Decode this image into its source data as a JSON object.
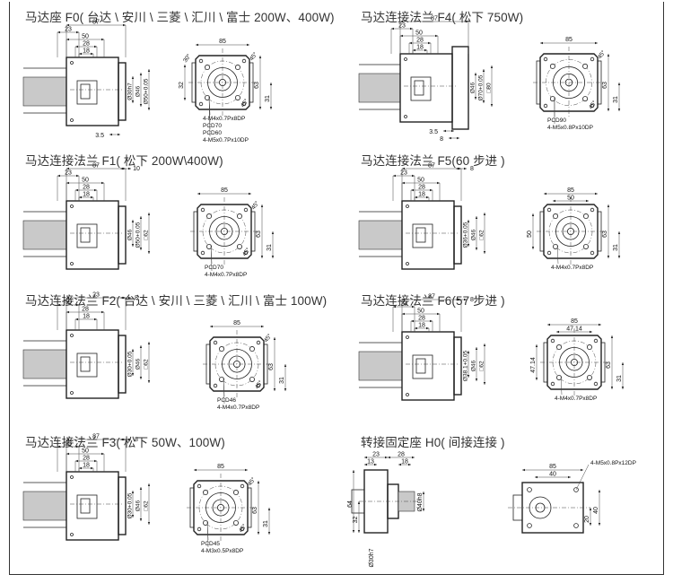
{
  "panels": [
    {
      "id": "f0",
      "title": "马达座 F0( 台达 \\ 安川 \\ 三菱 \\ 汇川 \\ 富士 200W、400W)",
      "side": {
        "flange_h": "",
        "dims_top": [
          "87",
          "23",
          "50",
          "28",
          "18"
        ],
        "dims_right": [
          "Ø30h7",
          "Ø46",
          "Ø50+0.05"
        ],
        "dims_bottom": [
          "3.5"
        ]
      },
      "front": {
        "width": "85",
        "dims_right": [
          "63",
          "31"
        ],
        "dims_left": [
          "32"
        ],
        "angles": [
          "45°",
          "45°",
          "30°"
        ],
        "callouts": [
          "4-M4x0.7Px8DP",
          "PCD70",
          "PCD60",
          "4-M5x0.7Px10DP"
        ]
      }
    },
    {
      "id": "f4",
      "title": "马达连接法兰 F4( 松下 750W)",
      "side": {
        "dims_top": [
          "87",
          "23",
          "50",
          "28",
          "18"
        ],
        "dims_right": [
          "Ø46",
          "Ø70+0.05",
          "□80"
        ],
        "dims_bottom": [
          "3.5",
          "8"
        ]
      },
      "front": {
        "width": "85",
        "dims_right": [
          "63",
          "31"
        ],
        "angles": [
          "45°",
          "45°"
        ],
        "callouts": [
          "PCD90",
          "4-M5x0.8Px10DP"
        ]
      }
    },
    {
      "id": "f1",
      "title": "马达连接法兰 F1( 松下 200W\\400W)",
      "side": {
        "dims_top": [
          "87",
          "10",
          "23",
          "50",
          "28",
          "18"
        ],
        "dims_right": [
          "Ø46",
          "Ø50+0.05",
          "□62"
        ]
      },
      "front": {
        "width": "85",
        "dims_right": [
          "63",
          "31"
        ],
        "angles": [
          "45°",
          "45°"
        ],
        "callouts": [
          "PCD70",
          "4-M4x0.7Px8DP"
        ]
      }
    },
    {
      "id": "f5",
      "title": "马达连接法兰 F5(60 步进 )",
      "side": {
        "dims_top": [
          "87",
          "8",
          "23",
          "50",
          "28",
          "18"
        ],
        "dims_right": [
          "Ø36+0.05",
          "Ø46",
          "□62"
        ]
      },
      "front": {
        "width": "85",
        "inner_width": "50",
        "dims_left": [
          "50"
        ],
        "dims_right": [
          "63",
          "31"
        ],
        "callouts": [
          "4-M4x0.7Px8DP"
        ]
      }
    },
    {
      "id": "f2",
      "title": "马达连接法兰 F2( 台达 \\ 安川 \\ 三菱 \\ 汇川 \\ 富士 100W)",
      "side": {
        "dims_top": [
          "8",
          "23",
          "50",
          "28",
          "18"
        ],
        "dims_right": [
          "Ø30+0.05",
          "Ø46",
          "□62"
        ]
      },
      "front": {
        "width": "85",
        "dims_right": [
          "63",
          "31"
        ],
        "angles": [
          "45°",
          "45°"
        ],
        "callouts": [
          "PCD46",
          "4-M4x0.7Px8DP"
        ]
      }
    },
    {
      "id": "f6",
      "title": "马达连接法兰 F6(57 步进 )",
      "side": {
        "dims_top": [
          "87",
          "8",
          "23",
          "50",
          "28",
          "18"
        ],
        "dims_right": [
          "Ø38.1+0.05",
          "Ø46",
          "□62"
        ]
      },
      "front": {
        "width": "85",
        "inner_width": "47.14",
        "dims_left": [
          "47.14"
        ],
        "dims_right": [
          "63",
          "31"
        ],
        "callouts": [
          "4-M4x0.7Px8DP"
        ]
      }
    },
    {
      "id": "f3",
      "title": "马达连接法兰 F3( 松下 50W、100W)",
      "side": {
        "dims_top": [
          "87",
          "8",
          "23",
          "50",
          "28",
          "18"
        ],
        "dims_right": [
          "Ø30+0.05",
          "Ø46",
          "□62"
        ]
      },
      "front": {
        "width": "85",
        "dims_right": [
          "63",
          "31"
        ],
        "angles": [
          "45°",
          "45°"
        ],
        "callouts": [
          "PCD45",
          "4-M3x0.5Px8DP"
        ]
      }
    },
    {
      "id": "h0",
      "title": "转接固定座 H0( 间接连接 )",
      "side": {
        "dims_top": [
          "23",
          "13",
          "28",
          "18"
        ],
        "dims_right": [
          "Ø40h8"
        ],
        "dims_left": [
          "64",
          "32"
        ],
        "dims_bottom": [
          "Ø30h7"
        ]
      },
      "front": {
        "width": "85",
        "inner_width": "40",
        "dims_right": [
          "20",
          "40"
        ],
        "callouts": [
          "4-M5x0.8Px12DP"
        ]
      }
    }
  ]
}
